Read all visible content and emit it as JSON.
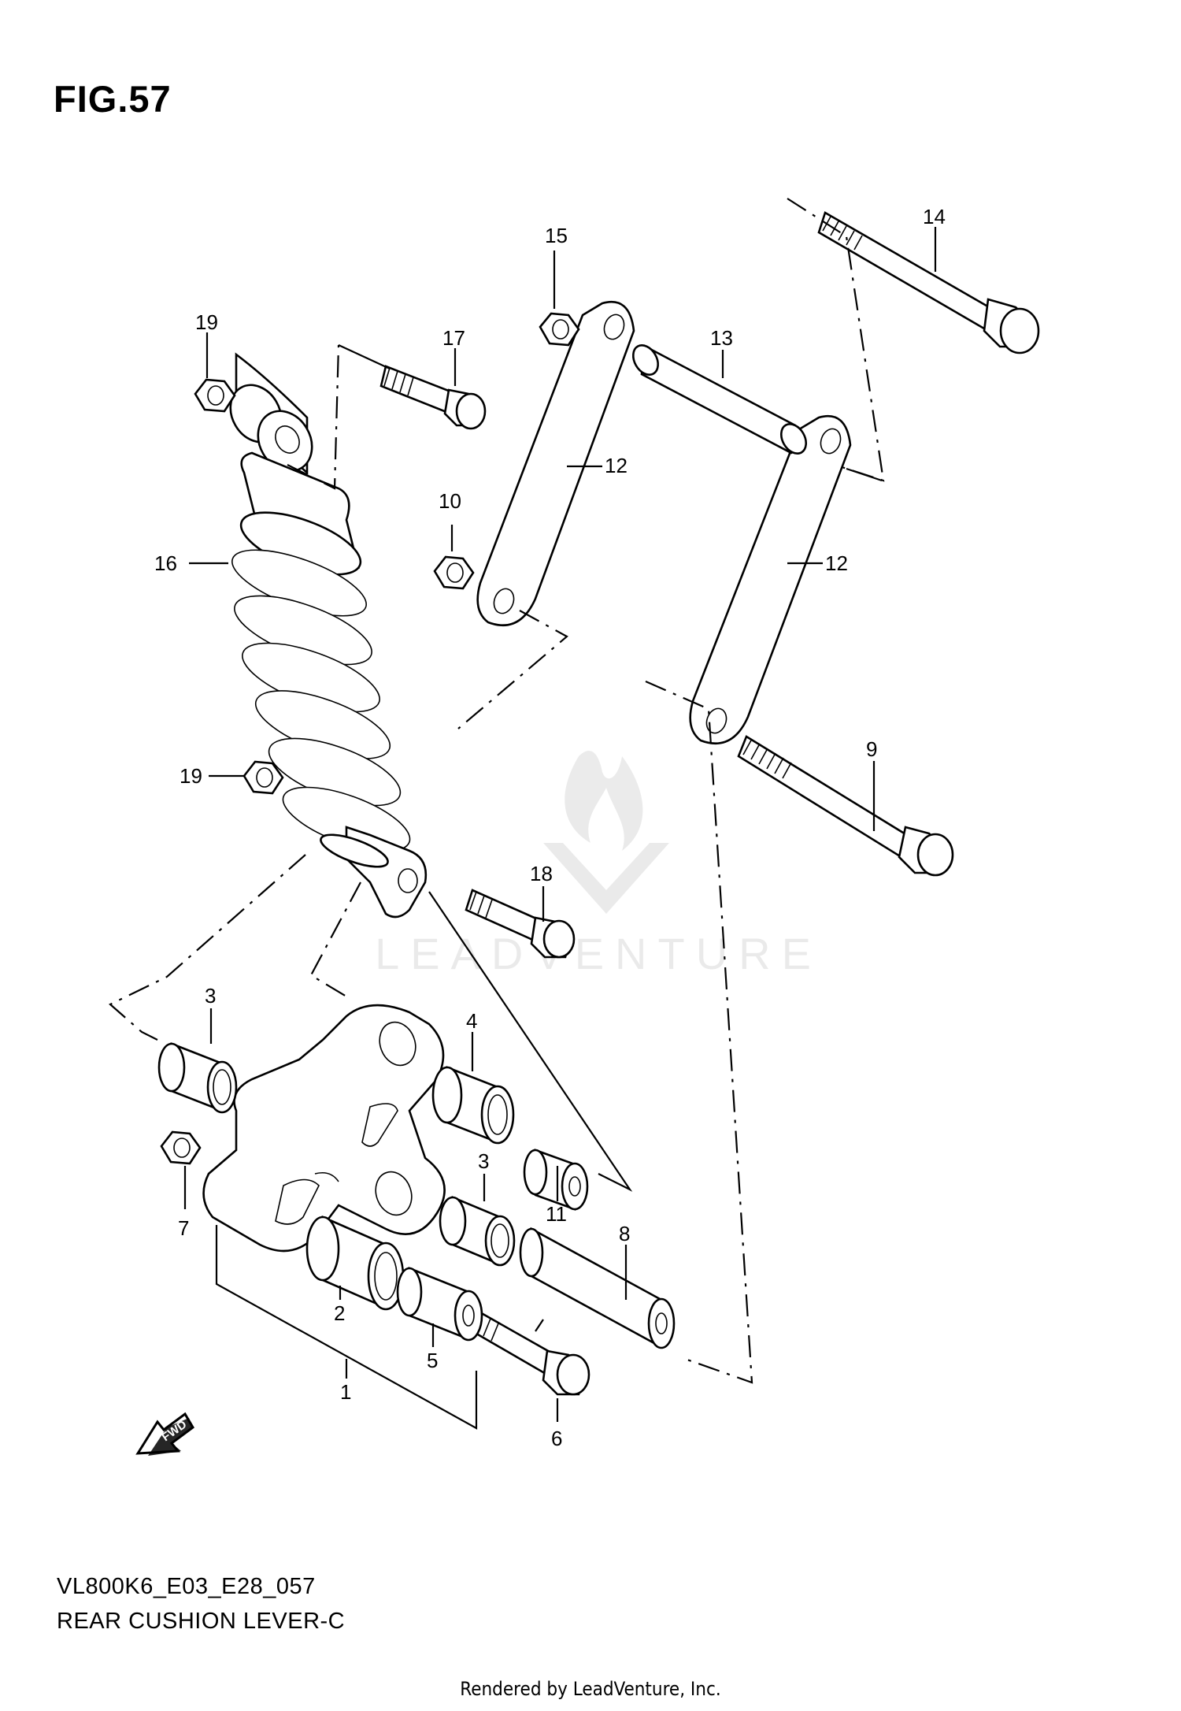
{
  "figure": {
    "title": "FIG.57",
    "code": "VL800K6_E03_E28_057",
    "name": "REAR CUSHION LEVER-C"
  },
  "callouts": [
    "1",
    "2",
    "3",
    "3",
    "4",
    "5",
    "6",
    "7",
    "8",
    "9",
    "10",
    "11",
    "12",
    "12",
    "13",
    "14",
    "15",
    "16",
    "17",
    "18",
    "19",
    "19"
  ],
  "fwd_label": "FWD",
  "watermark": "LEADVENTURE",
  "footer": "Rendered by LeadVenture, Inc."
}
